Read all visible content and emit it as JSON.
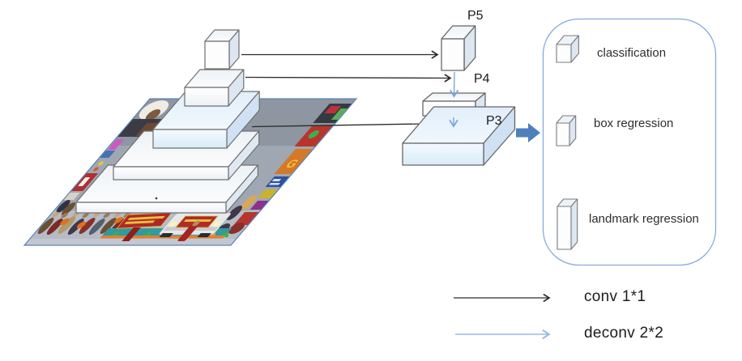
{
  "figure": {
    "feature_pyramid": {
      "p5_label": "P5",
      "p4_label": "P4",
      "p3_label": "P3"
    },
    "head_panel": {
      "items": [
        {
          "label": "classification"
        },
        {
          "label": "box regression"
        },
        {
          "label": "landmark regression"
        }
      ]
    },
    "legend": {
      "conv_label": "conv 1*1",
      "deconv_label": "deconv 2*2"
    },
    "input_image": {
      "billboard_letter": "G"
    },
    "colors": {
      "conv_arrow": "#2b2b2b",
      "deconv_arrow": "#7ea6da",
      "legend_deconv_arrow": "#9bb9e4",
      "output_arrow": "#4e80bc",
      "panel_border": "#85abdc",
      "box_edge": "#6f6f6f",
      "photo_border": "#5b84b5"
    }
  }
}
